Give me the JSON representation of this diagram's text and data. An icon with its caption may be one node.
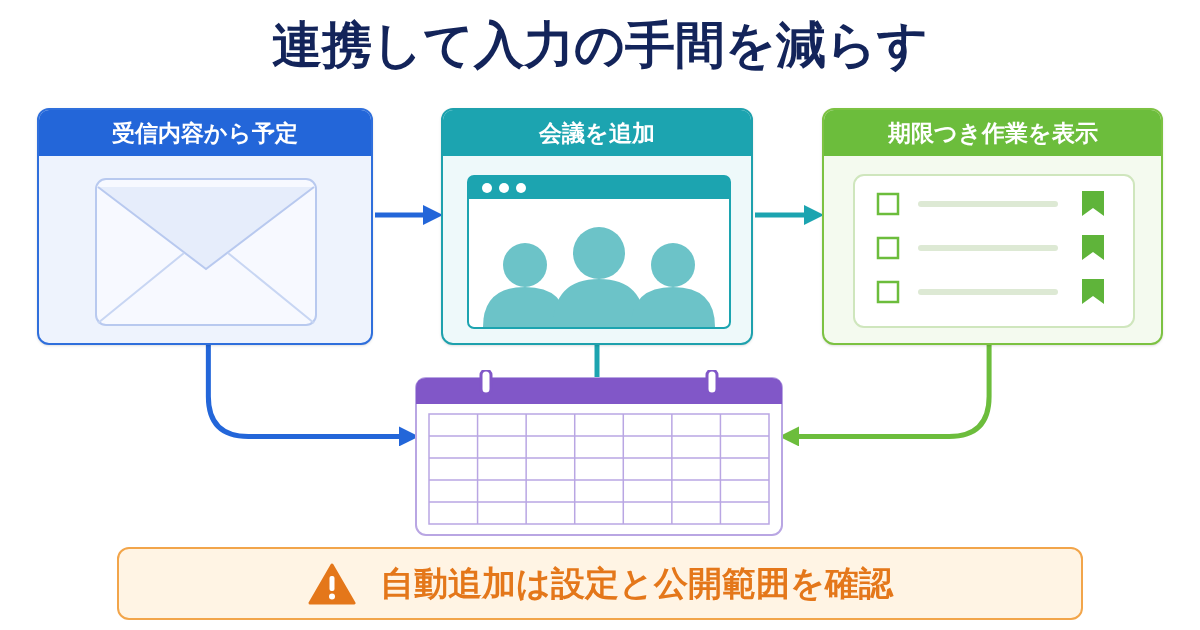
{
  "diagram": {
    "title": "連携して入力の手間を減らす",
    "nodes": [
      {
        "text": [
          "受信内容から予定"
        ]
      },
      {
        "text": [
          "会議を追加"
        ]
      },
      {
        "text": [
          "期限つき作業を表示"
        ]
      },
      {
        "text": [],
        "shape": "picture"
      },
      {
        "text": [
          "自動追加は設定と公開範囲を確認"
        ]
      }
    ],
    "edges": [
      {
        "from": 0,
        "to": 1,
        "arrow": "to",
        "color": "#2366d9"
      },
      {
        "from": 1,
        "to": 2,
        "arrow": "to",
        "color": "#1ca4b0"
      },
      {
        "from": 0,
        "to": 3,
        "arrow": "to",
        "color": "#2366d9"
      },
      {
        "from": 1,
        "to": 3,
        "arrow": "none",
        "color": "#1ca4b0"
      },
      {
        "from": 2,
        "to": 3,
        "arrow": "to",
        "color": "#6cbd3c"
      }
    ]
  }
}
